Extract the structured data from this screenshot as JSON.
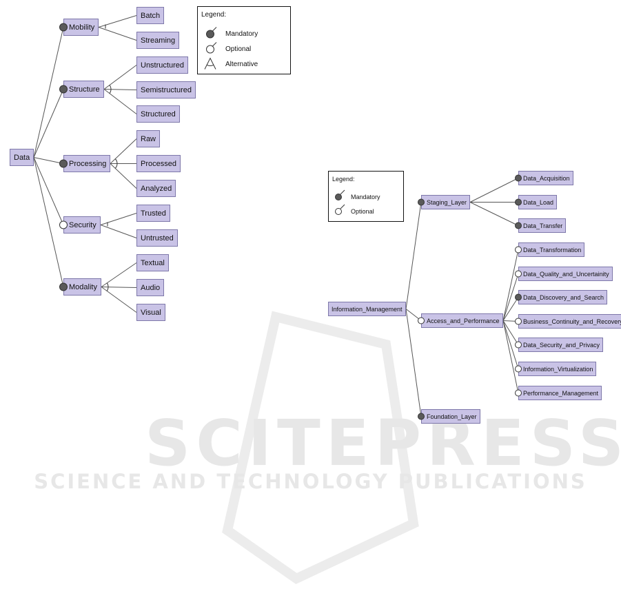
{
  "diagram_left": {
    "legend": {
      "title": "Legend:",
      "items": [
        {
          "kind": "mandatory",
          "label": "Mandatory"
        },
        {
          "kind": "optional",
          "label": "Optional"
        },
        {
          "kind": "alternative",
          "label": "Alternative"
        }
      ]
    },
    "root": "Data",
    "features": [
      {
        "label": "Mobility",
        "kind": "mandatory",
        "group": "optional-or",
        "children": [
          "Batch",
          "Streaming"
        ]
      },
      {
        "label": "Structure",
        "kind": "mandatory",
        "group": "alternative",
        "children": [
          "Unstructured",
          "Semistructured",
          "Structured"
        ]
      },
      {
        "label": "Processing",
        "kind": "mandatory",
        "group": "alternative",
        "children": [
          "Raw",
          "Processed",
          "Analyzed"
        ]
      },
      {
        "label": "Security",
        "kind": "optional",
        "group": "optional-or",
        "children": [
          "Trusted",
          "Untrusted"
        ]
      },
      {
        "label": "Modality",
        "kind": "mandatory",
        "group": "alternative",
        "children": [
          "Textual",
          "Audio",
          "Visual"
        ]
      }
    ]
  },
  "diagram_right": {
    "legend": {
      "title": "Legend:",
      "items": [
        {
          "kind": "mandatory",
          "label": "Mandatory"
        },
        {
          "kind": "optional",
          "label": "Optional"
        }
      ]
    },
    "root": "Information_Management",
    "features": [
      {
        "label": "Staging_Layer",
        "kind": "mandatory",
        "children": [
          {
            "label": "Data_Acquisition",
            "kind": "mandatory"
          },
          {
            "label": "Data_Load",
            "kind": "mandatory"
          },
          {
            "label": "Data_Transfer",
            "kind": "mandatory"
          }
        ]
      },
      {
        "label": "Access_and_Performance",
        "kind": "optional",
        "children": [
          {
            "label": "Data_Transformation",
            "kind": "optional"
          },
          {
            "label": "Data_Quality_and_Uncertainity",
            "kind": "optional"
          },
          {
            "label": "Data_Discovery_and_Search",
            "kind": "mandatory"
          },
          {
            "label": "Business_Continuity_and_Recovery",
            "kind": "optional"
          },
          {
            "label": "Data_Security_and_Privacy",
            "kind": "optional"
          },
          {
            "label": "Information_Virtualization",
            "kind": "optional"
          },
          {
            "label": "Performance_Management",
            "kind": "optional"
          }
        ]
      },
      {
        "label": "Foundation_Layer",
        "kind": "mandatory",
        "children": []
      }
    ]
  },
  "watermark": {
    "line1": "SCITEPRESS",
    "line2": "SCIENCE AND TECHNOLOGY PUBLICATIONS"
  },
  "colors": {
    "node_fill": "#c9c3e6",
    "node_border": "#7d77a9",
    "edge": "#555555",
    "mandatory_dot": "#5a5a5a",
    "optional_dot": "#ffffff",
    "watermark": "#e7e7e7"
  }
}
